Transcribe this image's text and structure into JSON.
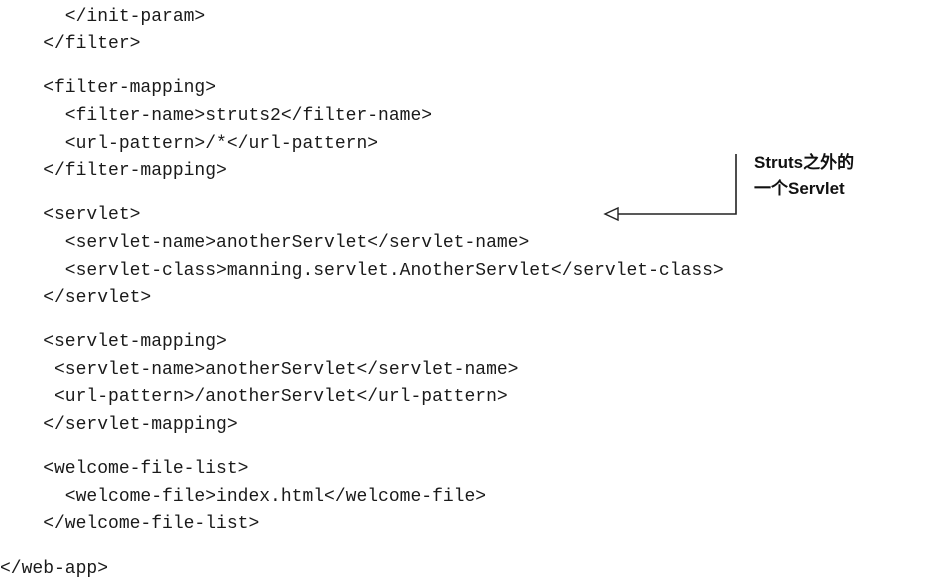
{
  "code_lines": [
    "      </init-param>",
    "    </filter>",
    "    <filter-mapping>",
    "      <filter-name>struts2</filter-name>",
    "      <url-pattern>/*</url-pattern>",
    "    </filter-mapping>",
    "    <servlet>",
    "      <servlet-name>anotherServlet</servlet-name>",
    "      <servlet-class>manning.servlet.AnotherServlet</servlet-class>",
    "    </servlet>",
    "    <servlet-mapping>",
    "     <servlet-name>anotherServlet</servlet-name>",
    "     <url-pattern>/anotherServlet</url-pattern>",
    "    </servlet-mapping>",
    "    <welcome-file-list>",
    "      <welcome-file>index.html</welcome-file>",
    "    </welcome-file-list>",
    "</web-app>"
  ],
  "callout": {
    "line1": "Struts之外的",
    "line2": "一个Servlet"
  }
}
